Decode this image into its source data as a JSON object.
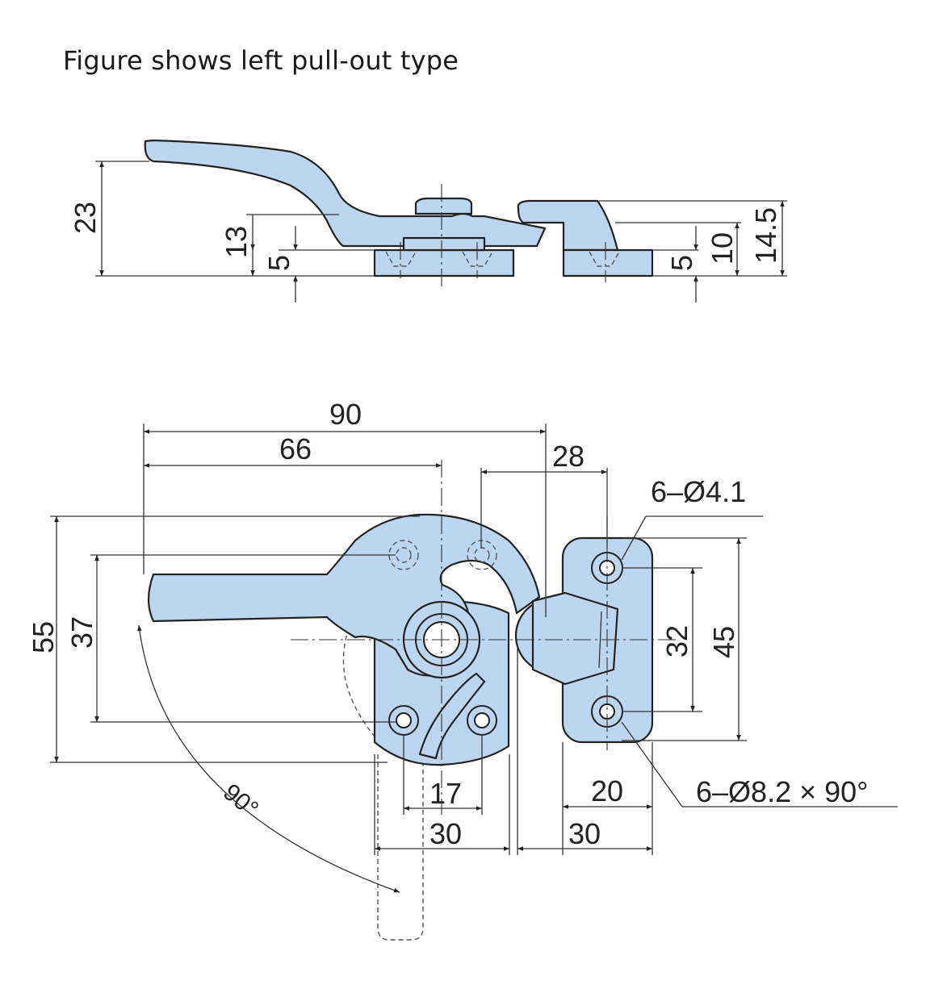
{
  "caption": "Figure shows left pull-out type",
  "side_view": {
    "dims": {
      "height_overall": "23",
      "height_handle": "13",
      "base_thickness_left": "5",
      "base_thickness_right": "5",
      "strike_height": "10",
      "strike_overall": "14.5"
    }
  },
  "top_view": {
    "dims": {
      "overall_width": "90",
      "handle_to_center": "66",
      "center_to_strike_hole": "28",
      "overall_height": "55",
      "body_hole_spacing_v": "37",
      "strike_hole_spacing": "32",
      "strike_height": "45",
      "body_hole_spacing_h": "17",
      "body_width": "30",
      "strike_hole_offset": "20",
      "strike_width": "30",
      "swing_angle": "90°"
    },
    "callouts": {
      "thru_holes": "6–Ø4.1",
      "countersink": "6–Ø8.2 × 90°"
    }
  },
  "colors": {
    "part_fill": "#bcd6f0",
    "outline": "#222222"
  }
}
